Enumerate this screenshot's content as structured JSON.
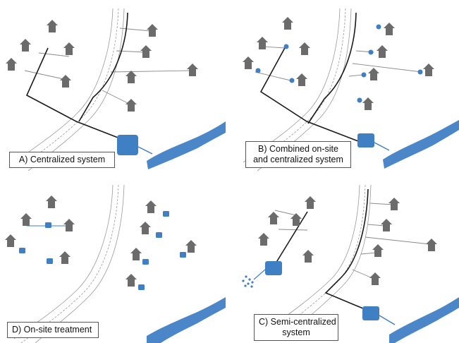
{
  "panels": {
    "a": {
      "caption": "A) Centralized system"
    },
    "b": {
      "caption_line1": "B) Combined on-site",
      "caption_line2": "and centralized system"
    },
    "d": {
      "caption": "D) On-site treatment"
    },
    "c": {
      "caption_line1": "C) Semi-centralized",
      "caption_line2": "system"
    }
  },
  "colors": {
    "house": "#6b6b6b",
    "treatment": "#3f7fc4",
    "river": "#4a86c8",
    "sewer": "#1a1a1a",
    "lateral": "#8a8a8a",
    "road": "#9a9a9a"
  },
  "icons": [
    "house-icon",
    "treatment-plant-icon",
    "septic-tank-icon",
    "river",
    "sewer-line"
  ]
}
